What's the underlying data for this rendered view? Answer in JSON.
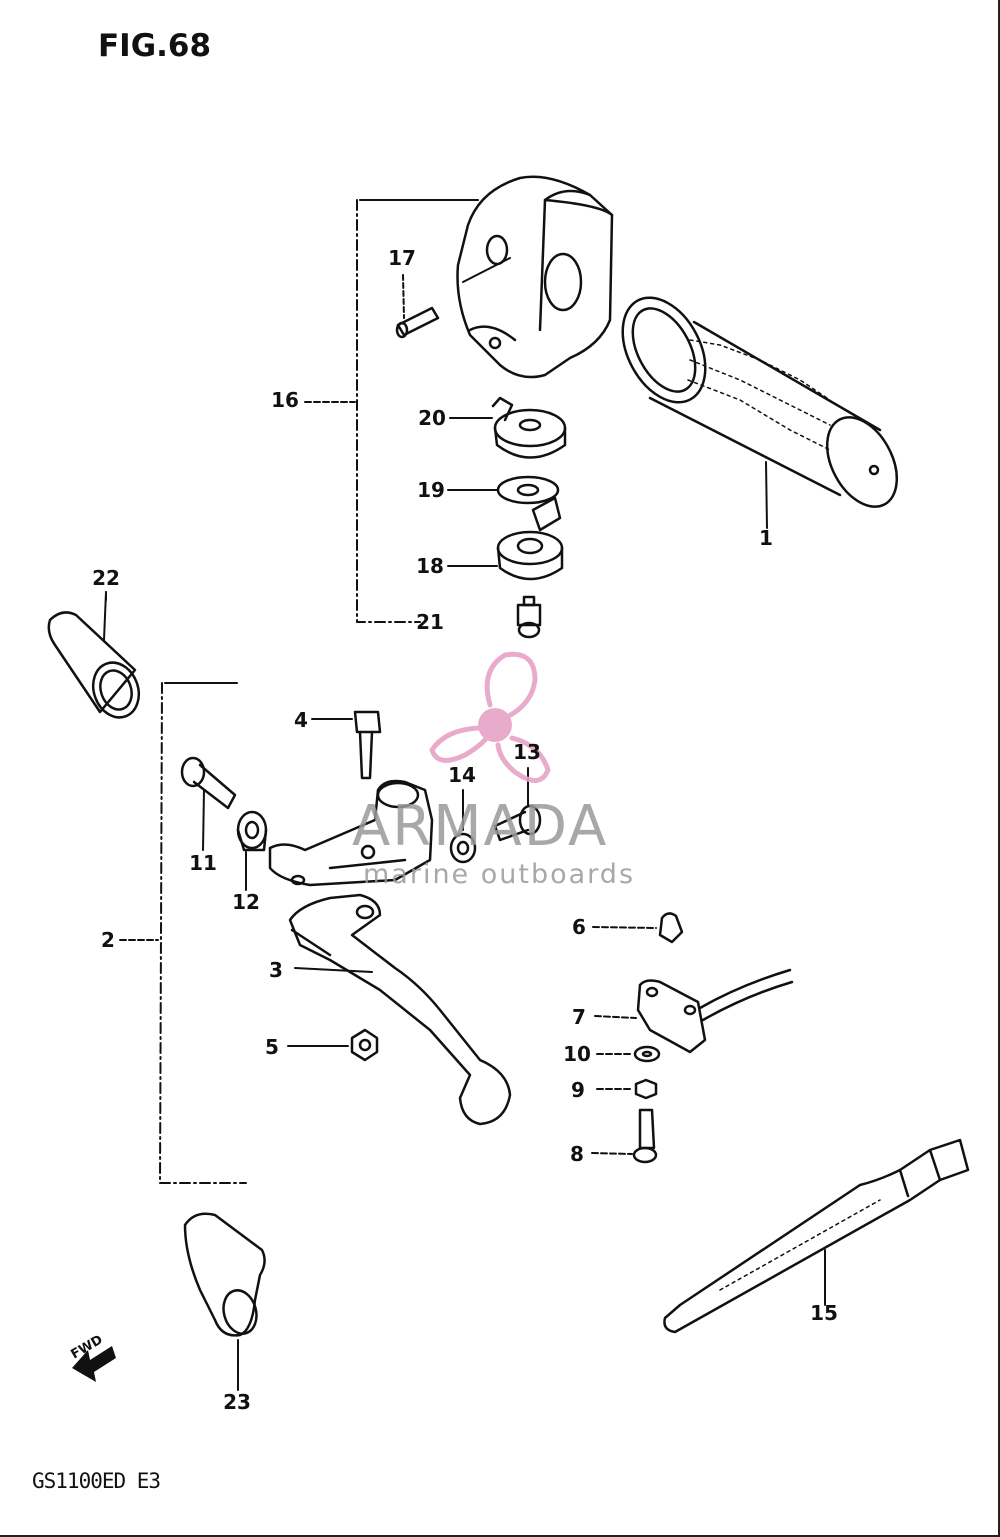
{
  "diagram": {
    "figure_label": "FIG.68",
    "model_label": "GS1100ED  E3",
    "direction_marker": "FWD",
    "callouts": [
      {
        "id": "c1",
        "text": "1"
      },
      {
        "id": "c2",
        "text": "2"
      },
      {
        "id": "c3",
        "text": "3"
      },
      {
        "id": "c4",
        "text": "4"
      },
      {
        "id": "c5",
        "text": "5"
      },
      {
        "id": "c6",
        "text": "6"
      },
      {
        "id": "c7",
        "text": "7"
      },
      {
        "id": "c8",
        "text": "8"
      },
      {
        "id": "c9",
        "text": "9"
      },
      {
        "id": "c10",
        "text": "10"
      },
      {
        "id": "c11",
        "text": "11"
      },
      {
        "id": "c12",
        "text": "12"
      },
      {
        "id": "c13",
        "text": "13"
      },
      {
        "id": "c14",
        "text": "14"
      },
      {
        "id": "c15",
        "text": "15"
      },
      {
        "id": "c16",
        "text": "16"
      },
      {
        "id": "c17",
        "text": "17"
      },
      {
        "id": "c18",
        "text": "18"
      },
      {
        "id": "c19",
        "text": "19"
      },
      {
        "id": "c20",
        "text": "20"
      },
      {
        "id": "c21",
        "text": "21"
      },
      {
        "id": "c22",
        "text": "22"
      },
      {
        "id": "c23",
        "text": "23"
      }
    ]
  },
  "watermark": {
    "brand": "ARMADA",
    "tagline": "marine outboards",
    "logo_color": "#e6a3c7",
    "text_color": "#9a9a9a"
  },
  "colors": {
    "ink": "#111111",
    "paper": "#ffffff"
  }
}
